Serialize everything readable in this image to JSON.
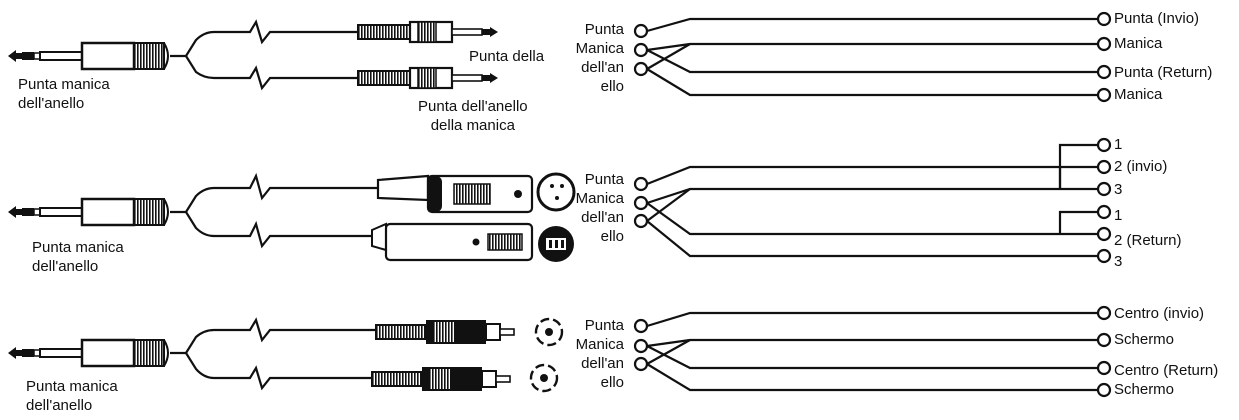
{
  "rows": [
    {
      "left_label": [
        "Punta manica",
        "dell'anello"
      ],
      "plug_label_upper": "Punta della",
      "plug_label_lower": [
        "Punta dell'anello",
        "della manica"
      ],
      "mid_label": [
        "Punta",
        "Manica",
        "dell'an",
        "ello"
      ],
      "outputs": [
        "Punta (Invio)",
        "Manica",
        "Punta (Return)",
        "Manica"
      ]
    },
    {
      "left_label": [
        "Punta manica",
        "dell'anello"
      ],
      "mid_label": [
        "Punta",
        "Manica",
        "dell'an",
        "ello"
      ],
      "outputs": [
        "1",
        "2 (invio)",
        "3",
        "1",
        "2 (Return)",
        "3"
      ]
    },
    {
      "left_label": [
        "Punta manica",
        "dell'anello"
      ],
      "mid_label": [
        "Punta",
        "Manica",
        "dell'an",
        "ello"
      ],
      "outputs": [
        "Centro (invio)",
        "Schermo",
        "Centro (Return)",
        "Schermo"
      ]
    }
  ]
}
